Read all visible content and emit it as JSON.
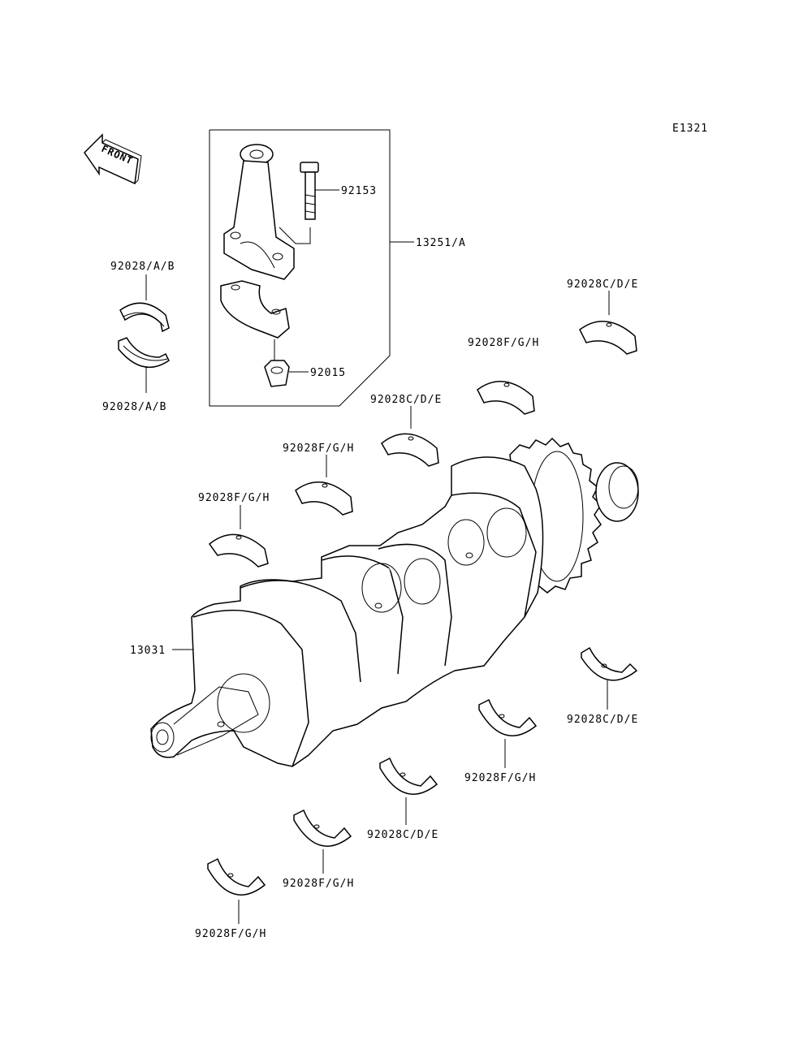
{
  "diagram_code": "E1321",
  "front_arrow_label": "FRONT",
  "labels": {
    "bolt": "92153",
    "conrod_assy": "13251/A",
    "nut": "92015",
    "conrod_bearing_upper": "92028/A/B",
    "conrod_bearing_lower": "92028/A/B",
    "crankshaft": "13031",
    "main_bearing_1": "92028F/G/H",
    "main_bearing_2": "92028F/G/H",
    "main_bearing_3": "92028C/D/E",
    "main_bearing_4": "92028F/G/H",
    "main_bearing_5": "92028C/D/E",
    "lower_bearing_1": "92028C/D/E",
    "lower_bearing_2": "92028F/G/H",
    "lower_bearing_3": "92028C/D/E",
    "lower_bearing_4": "92028F/G/H",
    "lower_bearing_5": "92028F/G/H"
  }
}
